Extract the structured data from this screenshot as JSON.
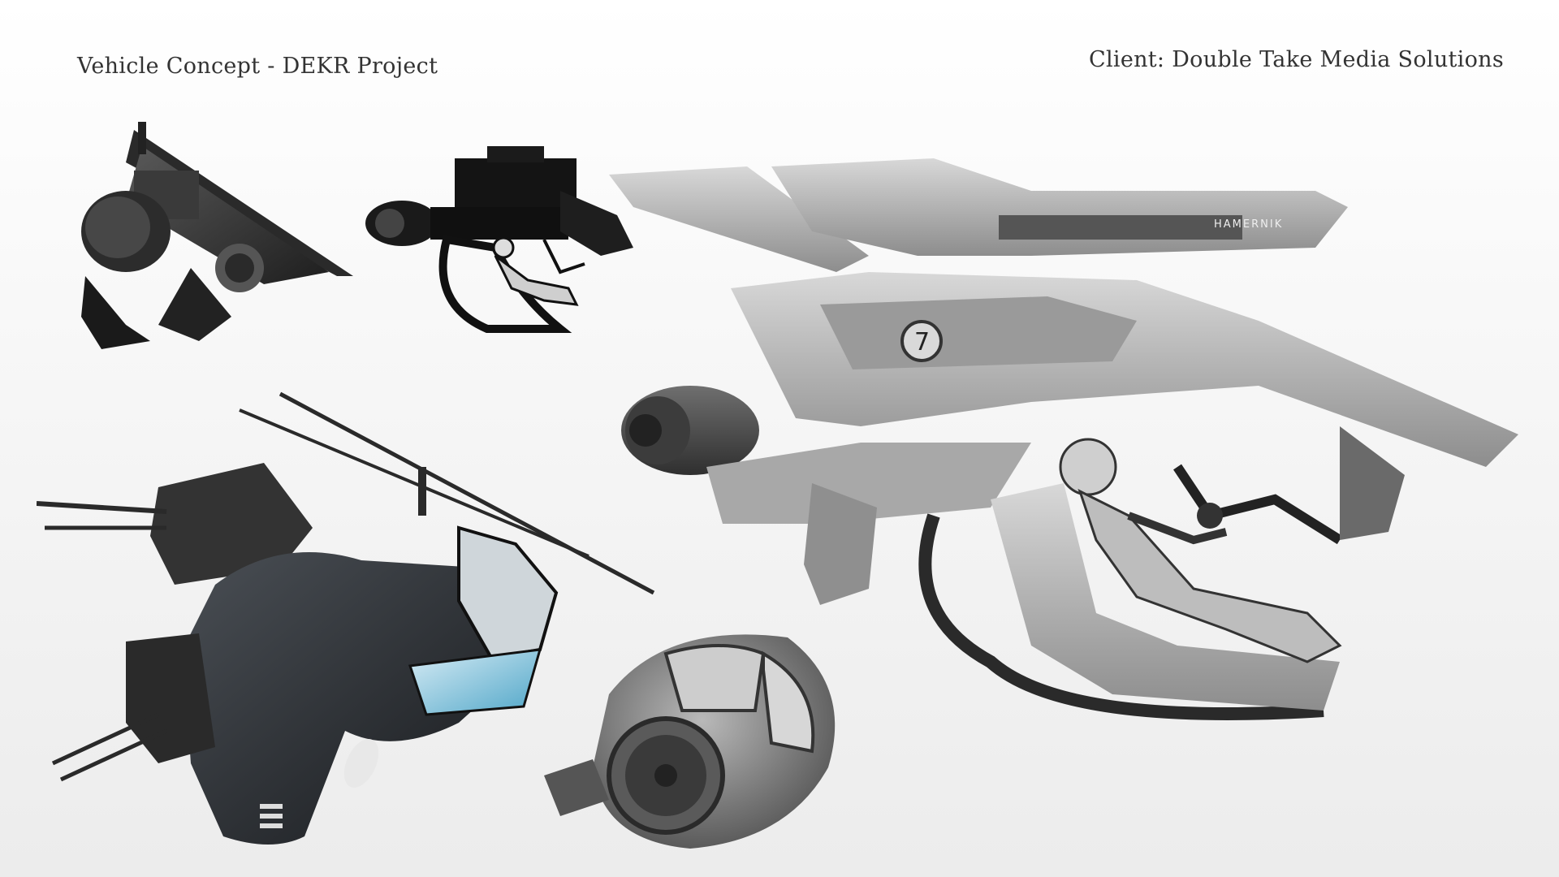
{
  "header": {
    "title": "Vehicle Concept - DEKR Project",
    "client": "Client: Double Take Media Solutions"
  },
  "sketches": {
    "main_vehicle": {
      "hull_marking": "HAMERNIK",
      "number_badge": "7"
    }
  }
}
